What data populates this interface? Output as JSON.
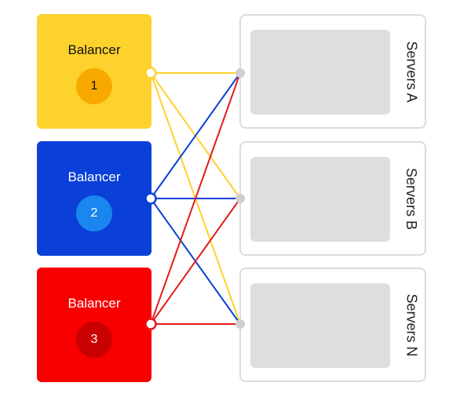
{
  "balancers": [
    {
      "label": "Balancer",
      "number": "1",
      "color": "#fdd22d",
      "badge_color": "#f8a900",
      "text_color": "#111111"
    },
    {
      "label": "Balancer",
      "number": "2",
      "color": "#0a3fd8",
      "badge_color": "#1a86ee",
      "text_color": "#ffffff"
    },
    {
      "label": "Balancer",
      "number": "3",
      "color": "#f80000",
      "badge_color": "#c80000",
      "text_color": "#ffffff"
    }
  ],
  "server_groups": [
    {
      "label": "Servers A"
    },
    {
      "label": "Servers B"
    },
    {
      "label": "Servers N"
    }
  ],
  "connector_colors": {
    "source_yellow": "#fdd22d",
    "source_blue": "#0a3fd8",
    "source_red": "#e41a1a",
    "target": "#cfcfcf"
  }
}
